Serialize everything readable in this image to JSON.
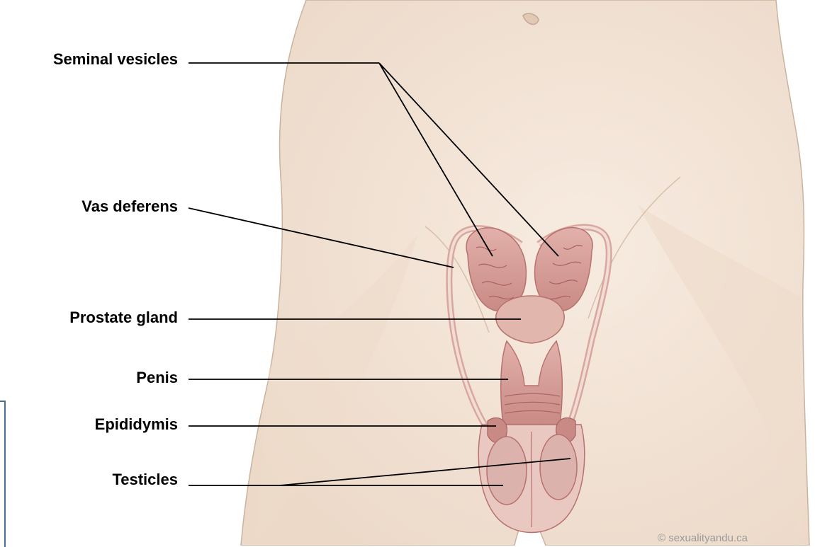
{
  "labels": {
    "seminal_vesicles": "Seminal vesicles",
    "vas_deferens": "Vas deferens",
    "prostate_gland": "Prostate gland",
    "penis": "Penis",
    "epididymis": "Epididymis",
    "testicles": "Testicles"
  },
  "copyright": "© sexualityandu.ca",
  "colors": {
    "skin": "#f3e3d6",
    "skin_shadow": "#e9d2bf",
    "organ": "#d9a39e",
    "organ_dark": "#b8716d",
    "leader": "#000000",
    "side_box": "#4a6f8f"
  }
}
